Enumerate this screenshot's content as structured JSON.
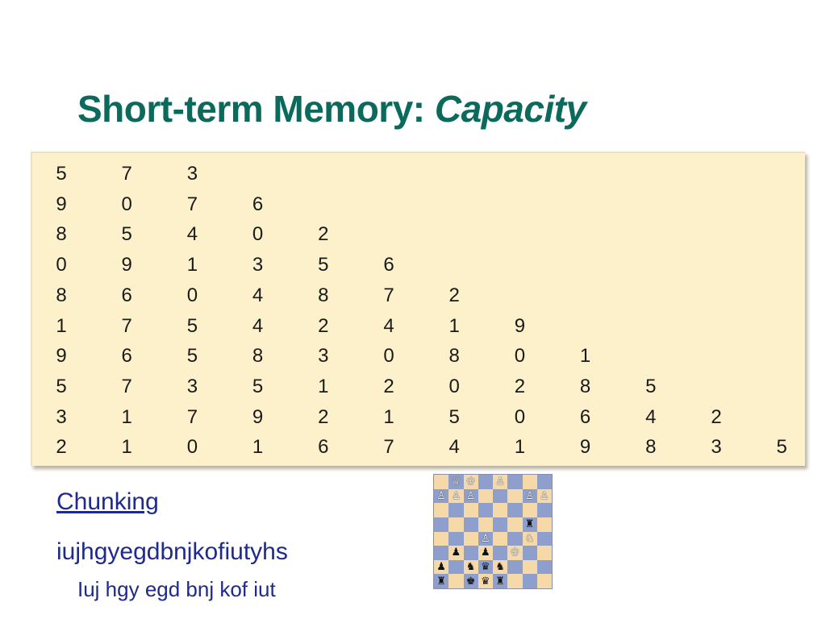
{
  "slide": {
    "title_main": "Short-term Memory: ",
    "title_italic": "Capacity"
  },
  "digit_rows": [
    [
      "5",
      "7",
      "3"
    ],
    [
      "9",
      "0",
      "7",
      "6"
    ],
    [
      "8",
      "5",
      "4",
      "0",
      "2"
    ],
    [
      "0",
      "9",
      "1",
      "3",
      "5",
      "6"
    ],
    [
      "8",
      "6",
      "0",
      "4",
      "8",
      "7",
      "2"
    ],
    [
      "1",
      "7",
      "5",
      "4",
      "2",
      "4",
      "1",
      "9"
    ],
    [
      "9",
      "6",
      "5",
      "8",
      "3",
      "0",
      "8",
      "0",
      "1"
    ],
    [
      "5",
      "7",
      "3",
      "5",
      "1",
      "2",
      "0",
      "2",
      "8",
      "5"
    ],
    [
      "3",
      "1",
      "7",
      "9",
      "2",
      "1",
      "5",
      "0",
      "6",
      "4",
      "2"
    ],
    [
      "2",
      "1",
      "0",
      "1",
      "6",
      "7",
      "4",
      "1",
      "9",
      "8",
      "3",
      "5"
    ]
  ],
  "chunking": {
    "heading": "Chunking",
    "letters": "iujhgyegdbnjkofiutyhs",
    "chunked": "Iuj hgy egd bnj kof iut"
  },
  "chess": {
    "pieces": [
      {
        "r": 0,
        "c": 1,
        "g": "♕",
        "color": "w"
      },
      {
        "r": 0,
        "c": 2,
        "g": "♔",
        "color": "w"
      },
      {
        "r": 0,
        "c": 4,
        "g": "♙",
        "color": "w"
      },
      {
        "r": 1,
        "c": 0,
        "g": "♙",
        "color": "w"
      },
      {
        "r": 1,
        "c": 1,
        "g": "♙",
        "color": "w"
      },
      {
        "r": 1,
        "c": 2,
        "g": "♙",
        "color": "w"
      },
      {
        "r": 1,
        "c": 6,
        "g": "♙",
        "color": "w"
      },
      {
        "r": 1,
        "c": 7,
        "g": "♙",
        "color": "w"
      },
      {
        "r": 3,
        "c": 6,
        "g": "♜",
        "color": "b"
      },
      {
        "r": 4,
        "c": 3,
        "g": "♙",
        "color": "w"
      },
      {
        "r": 4,
        "c": 6,
        "g": "♘",
        "color": "w"
      },
      {
        "r": 5,
        "c": 1,
        "g": "♟",
        "color": "b"
      },
      {
        "r": 5,
        "c": 3,
        "g": "♟",
        "color": "b"
      },
      {
        "r": 5,
        "c": 5,
        "g": "♔",
        "color": "w"
      },
      {
        "r": 6,
        "c": 0,
        "g": "♟",
        "color": "b"
      },
      {
        "r": 6,
        "c": 2,
        "g": "♞",
        "color": "b"
      },
      {
        "r": 6,
        "c": 3,
        "g": "♛",
        "color": "b"
      },
      {
        "r": 6,
        "c": 4,
        "g": "♞",
        "color": "b"
      },
      {
        "r": 7,
        "c": 0,
        "g": "♜",
        "color": "b"
      },
      {
        "r": 7,
        "c": 2,
        "g": "♚",
        "color": "b"
      },
      {
        "r": 7,
        "c": 3,
        "g": "♛",
        "color": "b"
      },
      {
        "r": 7,
        "c": 4,
        "g": "♜",
        "color": "b"
      }
    ]
  }
}
